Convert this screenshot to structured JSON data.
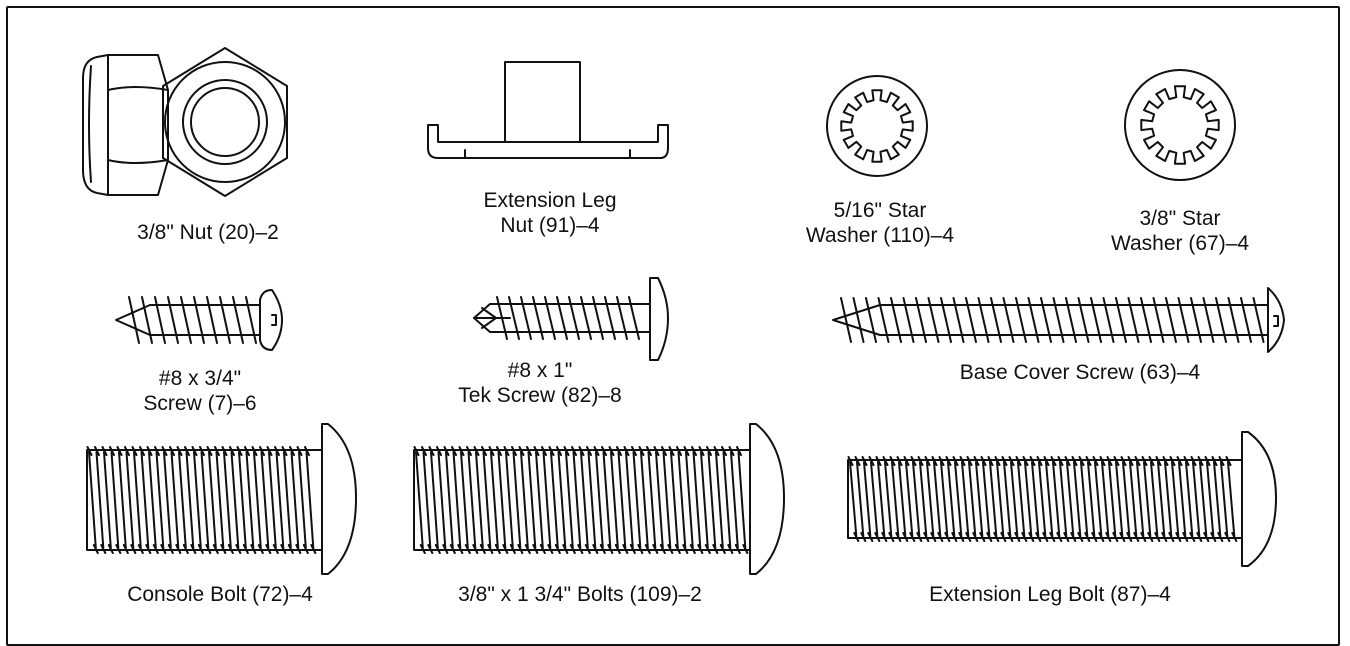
{
  "parts": [
    {
      "id": "nut-20",
      "lines": [
        "3/8\" Nut (20)–2"
      ]
    },
    {
      "id": "extension-leg-nut-91",
      "lines": [
        "Extension Leg",
        "Nut (91)–4"
      ]
    },
    {
      "id": "star-washer-110",
      "lines": [
        "5/16\" Star",
        "Washer (110)–4"
      ]
    },
    {
      "id": "star-washer-67",
      "lines": [
        "3/8\" Star",
        "Washer (67)–4"
      ]
    },
    {
      "id": "screw-7",
      "lines": [
        "#8 x 3/4\"",
        "Screw (7)–6"
      ]
    },
    {
      "id": "tek-screw-82",
      "lines": [
        "#8 x 1\"",
        "Tek Screw (82)–8"
      ]
    },
    {
      "id": "base-cover-screw-63",
      "lines": [
        "Base Cover Screw (63)–4"
      ]
    },
    {
      "id": "console-bolt-72",
      "lines": [
        "Console Bolt (72)–4"
      ]
    },
    {
      "id": "bolts-109",
      "lines": [
        "3/8\" x 1 3/4\" Bolts (109)–2"
      ]
    },
    {
      "id": "extension-leg-bolt-87",
      "lines": [
        "Extension Leg Bolt (87)–4"
      ]
    }
  ]
}
